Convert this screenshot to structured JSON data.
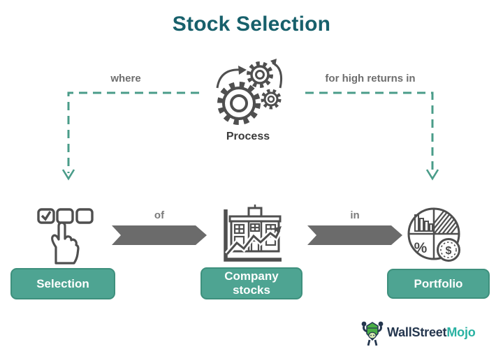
{
  "title": "Stock Selection",
  "process": {
    "label": "Process",
    "icon": "gears-process-icon"
  },
  "connectors": {
    "left": {
      "label": "where"
    },
    "right": {
      "label": "for high returns in"
    }
  },
  "flow": {
    "nodes": [
      {
        "label": "Selection",
        "icon": "checkbox-hand-icon"
      },
      {
        "label": "Company stocks",
        "icon": "building-stock-chart-icon"
      },
      {
        "label": "Portfolio",
        "icon": "pie-chart-icon"
      }
    ],
    "arrows": [
      {
        "label": "of"
      },
      {
        "label": "in"
      }
    ]
  },
  "icon_glyphs": {
    "percent": "%",
    "dollar": "$"
  },
  "logo": {
    "name": "WallStreetMojo",
    "part1": "WallStreet",
    "part2": "Mojo",
    "icon": "bull-mascot-icon"
  },
  "colors": {
    "accent_teal": "#4EA492",
    "accent_teal_border": "#3E907D",
    "title_teal": "#17606B",
    "dashed_connector": "#4A9C89",
    "flow_arrow_gray": "#6B6B6B",
    "label_gray": "#6E6E6E",
    "icon_stroke": "#4F4F4F",
    "logo_navy": "#24364E",
    "logo_teal": "#29B2A2"
  }
}
